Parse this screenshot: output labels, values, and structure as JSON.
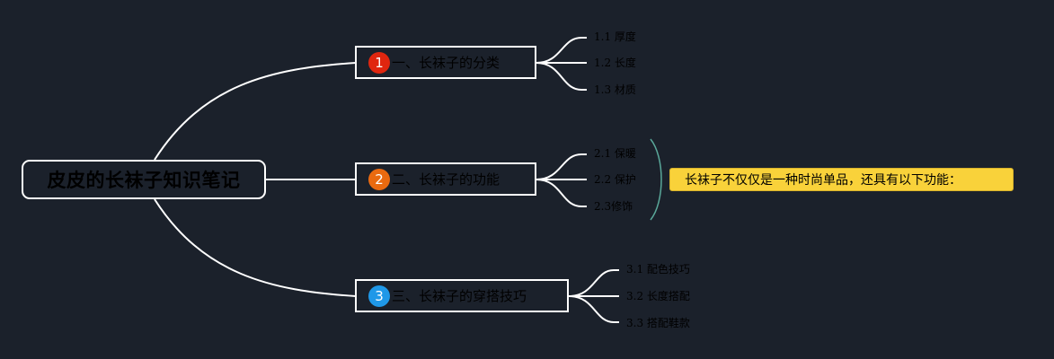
{
  "root": {
    "label": "皮皮的长袜子知识笔记"
  },
  "topics": [
    {
      "number": "1",
      "badge_color": "#e0260f",
      "label": "一、长袜子的分类",
      "subtopics": [
        "1.1 厚度",
        "1.2 长度",
        "1.3 材质"
      ]
    },
    {
      "number": "2",
      "badge_color": "#ea6a10",
      "label": "二、长袜子的功能",
      "subtopics": [
        "2.1 保暖",
        "2.2 保护",
        "2.3修饰"
      ]
    },
    {
      "number": "3",
      "badge_color": "#1f98e8",
      "label": "三、长袜子的穿搭技巧",
      "subtopics": [
        "3.1 配色技巧",
        "3.2 长度搭配",
        "3.3 搭配鞋款"
      ]
    }
  ],
  "summary_note": {
    "label": "长袜子不仅仅是一种时尚单品，还具有以下功能："
  },
  "colors": {
    "background": "#1b212b",
    "line": "#ffffff",
    "bracket": "#5aa89a",
    "note_bg": "#f9d23a"
  }
}
